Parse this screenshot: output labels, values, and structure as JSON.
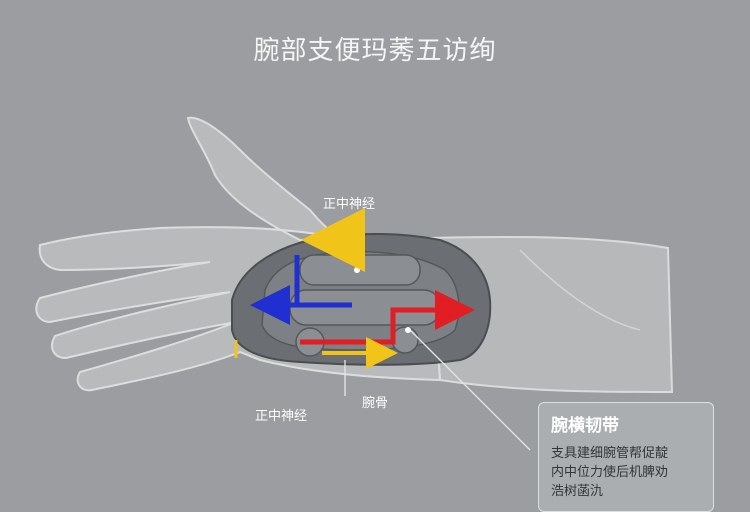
{
  "title": "腕部支便玛莠五访绚",
  "labels": {
    "median_nerve_top": "正中神经",
    "median_nerve_bottom": "正中神经",
    "carpal_bone": "腕骨"
  },
  "callout": {
    "title": "腕横韧带",
    "lines": [
      "支具建细腕管帮促靛",
      "内中位力使后机脾劝",
      "浩树菡氿"
    ]
  },
  "colors": {
    "background": "#9b9da0",
    "blue_arrow": "#1f2fd0",
    "red_arrow": "#e01e24",
    "yellow_arrow": "#f0c419"
  }
}
